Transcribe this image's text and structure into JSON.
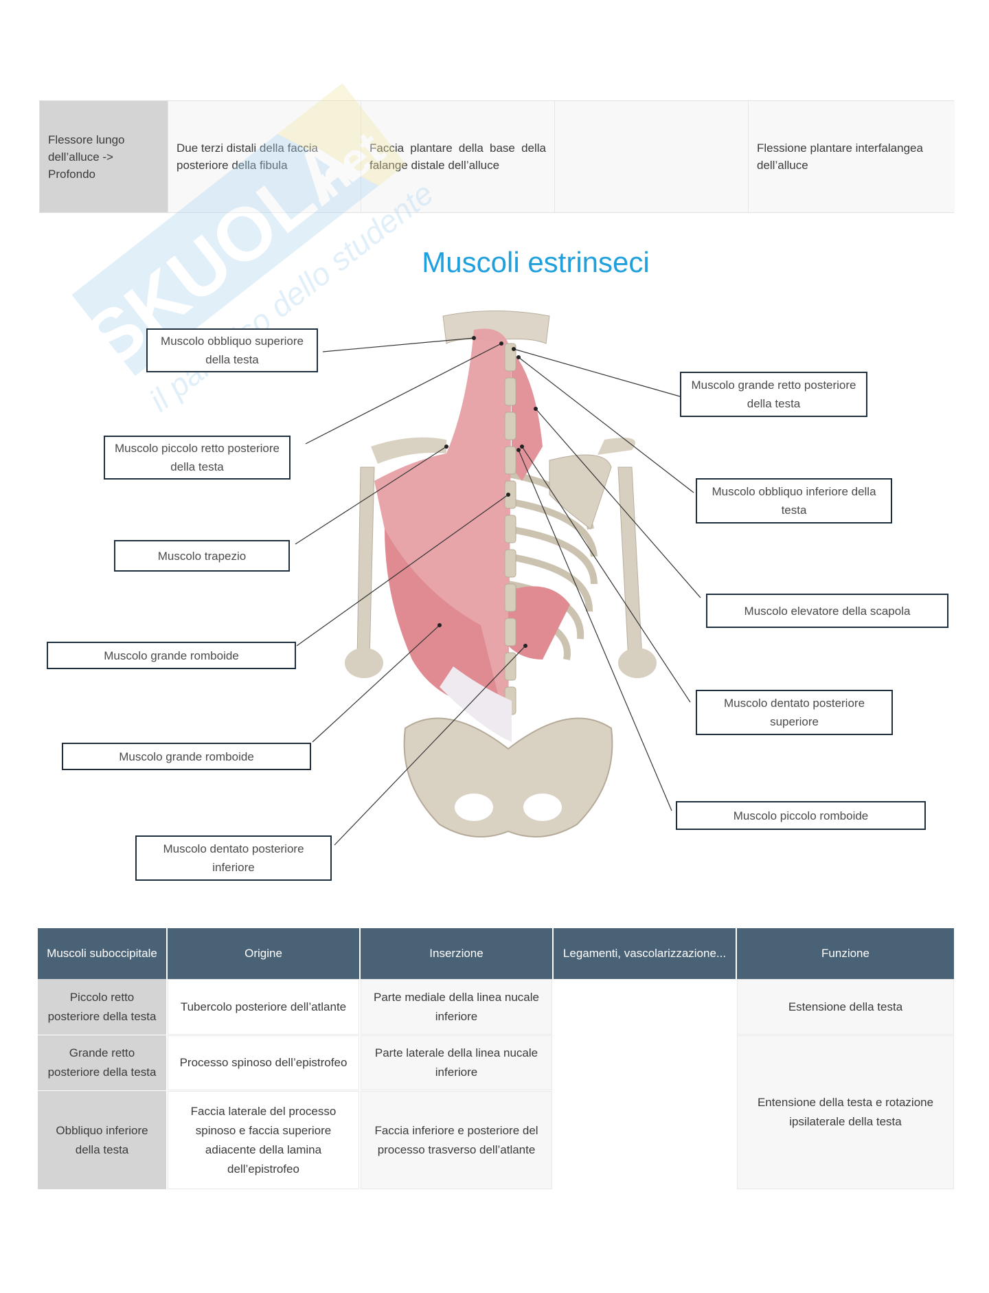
{
  "top_table": {
    "cells": [
      "Flessore lungo dell’alluce -> Profondo",
      "Due terzi distali della faccia posteriore della fibula",
      "Faccia plantare della base della falange distale dell’alluce",
      "",
      "Flessione plantare interfalangea dell’alluce"
    ]
  },
  "watermark": {
    "brand": "SKUOLA.net",
    "tagline": "il paradiso dello studente"
  },
  "section_title": "Muscoli estrinseci",
  "figure": {
    "labels_left": [
      "Muscolo obbliquo superiore della testa",
      "Muscolo piccolo retto posteriore della testa",
      "Muscolo trapezio",
      "Muscolo grande romboide",
      "Muscolo grande romboide",
      "Muscolo dentato posteriore inferiore"
    ],
    "labels_right": [
      "Muscolo grande retto posteriore della testa",
      "Muscolo obbliquo inferiore della testa",
      "Muscolo elevatore della scapola",
      "Muscolo dentato posteriore superiore",
      "Muscolo piccolo romboide"
    ]
  },
  "bottom_table": {
    "headers": [
      "Muscoli suboccipitale",
      "Origine",
      "Inserzione",
      "Legamenti, vascolarizzazione...",
      "Funzione"
    ],
    "rows": [
      {
        "muscle": "Piccolo retto posteriore della testa",
        "origin": "Tubercolo posteriore dell’atlante",
        "insertion": "Parte mediale della linea nucale inferiore"
      },
      {
        "muscle": "Grande retto posteriore della testa",
        "origin": "Processo spinoso dell’epistrofeo",
        "insertion": "Parte laterale della linea nucale inferiore"
      },
      {
        "muscle": "Obbliquo inferiore della testa",
        "origin": "Faccia laterale del processo spinoso e faccia superiore adiacente della lamina dell’epistrofeo",
        "insertion": "Faccia inferiore e posteriore del processo trasverso dell’atlante"
      }
    ],
    "functions": [
      "Estensione della testa",
      "Entensione della testa e rotazione ipsilaterale della testa"
    ]
  }
}
